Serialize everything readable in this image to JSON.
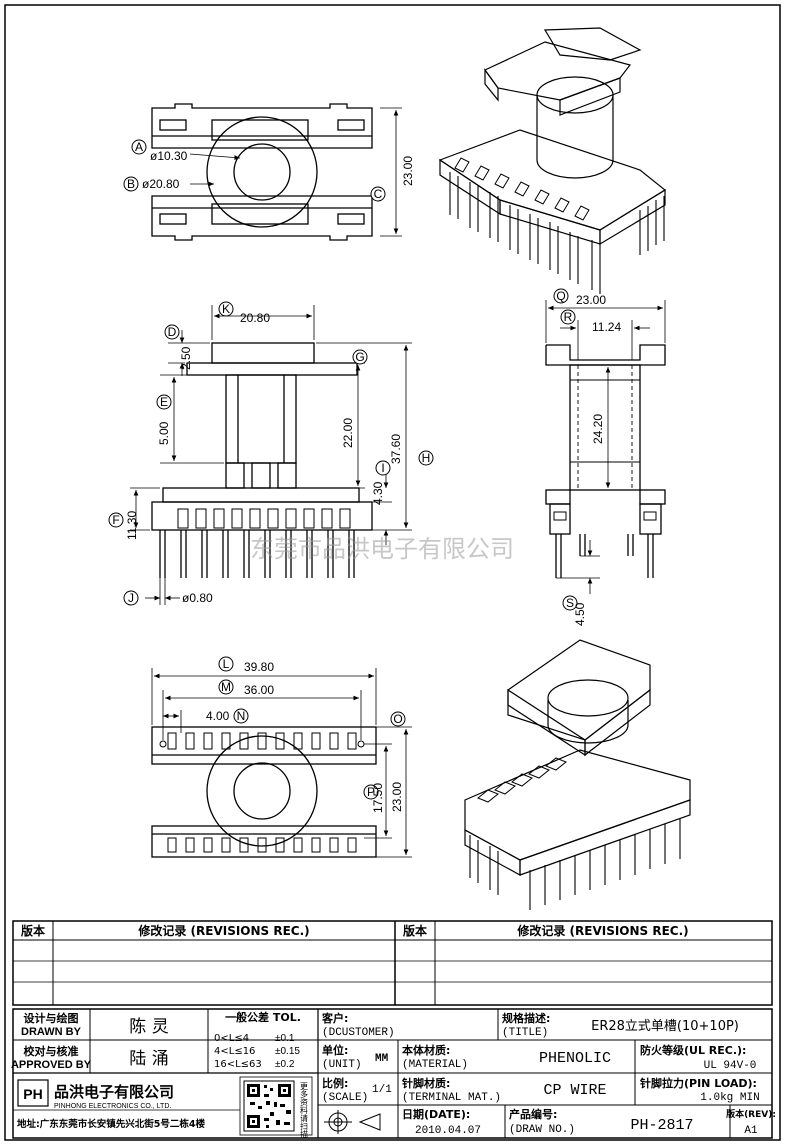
{
  "watermark": "东莞市品洪电子有限公司",
  "views": {
    "top": {
      "dim_a_marker": "A",
      "dim_a": "ø10.30",
      "dim_b_marker": "B",
      "dim_b": "ø20.80",
      "dim_c_marker": "C",
      "dim_c": "23.00"
    },
    "front": {
      "dim_k_marker": "K",
      "dim_k": "20.80",
      "dim_d_marker": "D",
      "dim_d": "2.50",
      "dim_g_marker": "G",
      "dim_e_marker": "E",
      "dim_e": "5.00",
      "dim_22": "22.00",
      "dim_h_marker": "H",
      "dim_h": "37.60",
      "dim_i_marker": "I",
      "dim_i": "4.30",
      "dim_f_marker": "F",
      "dim_f": "11.30",
      "dim_j_marker": "J",
      "dim_j": "ø0.80"
    },
    "side": {
      "dim_q_marker": "Q",
      "dim_q": "23.00",
      "dim_r_marker": "R",
      "dim_r": "11.24",
      "dim_242": "24.20",
      "dim_s_marker": "S",
      "dim_s": "4.50"
    },
    "bottom": {
      "dim_l_marker": "L",
      "dim_l": "39.80",
      "dim_m_marker": "M",
      "dim_m": "36.00",
      "dim_n_marker": "N",
      "dim_n": "4.00",
      "dim_o_marker": "O",
      "dim_p_marker": "P",
      "dim_p": "17.50",
      "dim_p2": "23.00"
    }
  },
  "revisions": {
    "col_version": "版本",
    "col_record": "修改记录 (REVISIONS REC.)"
  },
  "title_block": {
    "drawn_label_zh": "设计与绘图",
    "drawn_label_en": "DRAWN BY",
    "drawn_value": "陈 灵",
    "approved_label_zh": "校对与核准",
    "approved_label_en": "APPROVED BY",
    "approved_value": "陆 涌",
    "tol_title": "一般公差 TOL.",
    "tol_rows": [
      {
        "range": "0<L≤4",
        "value": "±0.1"
      },
      {
        "range": "4<L≤16",
        "value": "±0.15"
      },
      {
        "range": "16<L≤63",
        "value": "±0.2"
      }
    ],
    "customer_label_zh": "客户:",
    "customer_label_en": "(DCUSTOMER)",
    "unit_label_zh": "单位:",
    "unit_label_en": "(UNIT)",
    "unit_value": "MM",
    "scale_label_zh": "比例:",
    "scale_label_en": "(SCALE)",
    "scale_value": "1/1",
    "title_label_zh": "规格描述:",
    "title_label_en": "(TITLE)",
    "title_value": "ER28立式单槽(10+10P)",
    "material_label_zh": "本体材质:",
    "material_label_en": "(MATERIAL)",
    "material_value": "PHENOLIC",
    "terminal_label_zh": "针脚材质:",
    "terminal_label_en": "(TERMINAL MAT.)",
    "terminal_value": "CP WIRE",
    "ul_label": "防火等级(UL REC.):",
    "ul_value": "UL 94V-0",
    "pin_load_label": "针脚拉力(PIN LOAD):",
    "pin_load_value": "1.0kg MIN",
    "date_label_zh": "日期(DATE):",
    "date_value": "2010.04.07",
    "draw_no_label_zh": "产品编号:",
    "draw_no_label_en": "(DRAW NO.)",
    "draw_no_value": "PH-2817",
    "rev_label": "版本(REV):",
    "rev_value": "A1",
    "company_logo": "PH",
    "company_name_zh": "品洪电子有限公司",
    "company_name_en": "PINHONG ELECTRONICS CO., LTD.",
    "address": "地址:广东东莞市长安镇先兴北街5号二栋4楼",
    "qr_side_text": "更多资料请扫描"
  }
}
